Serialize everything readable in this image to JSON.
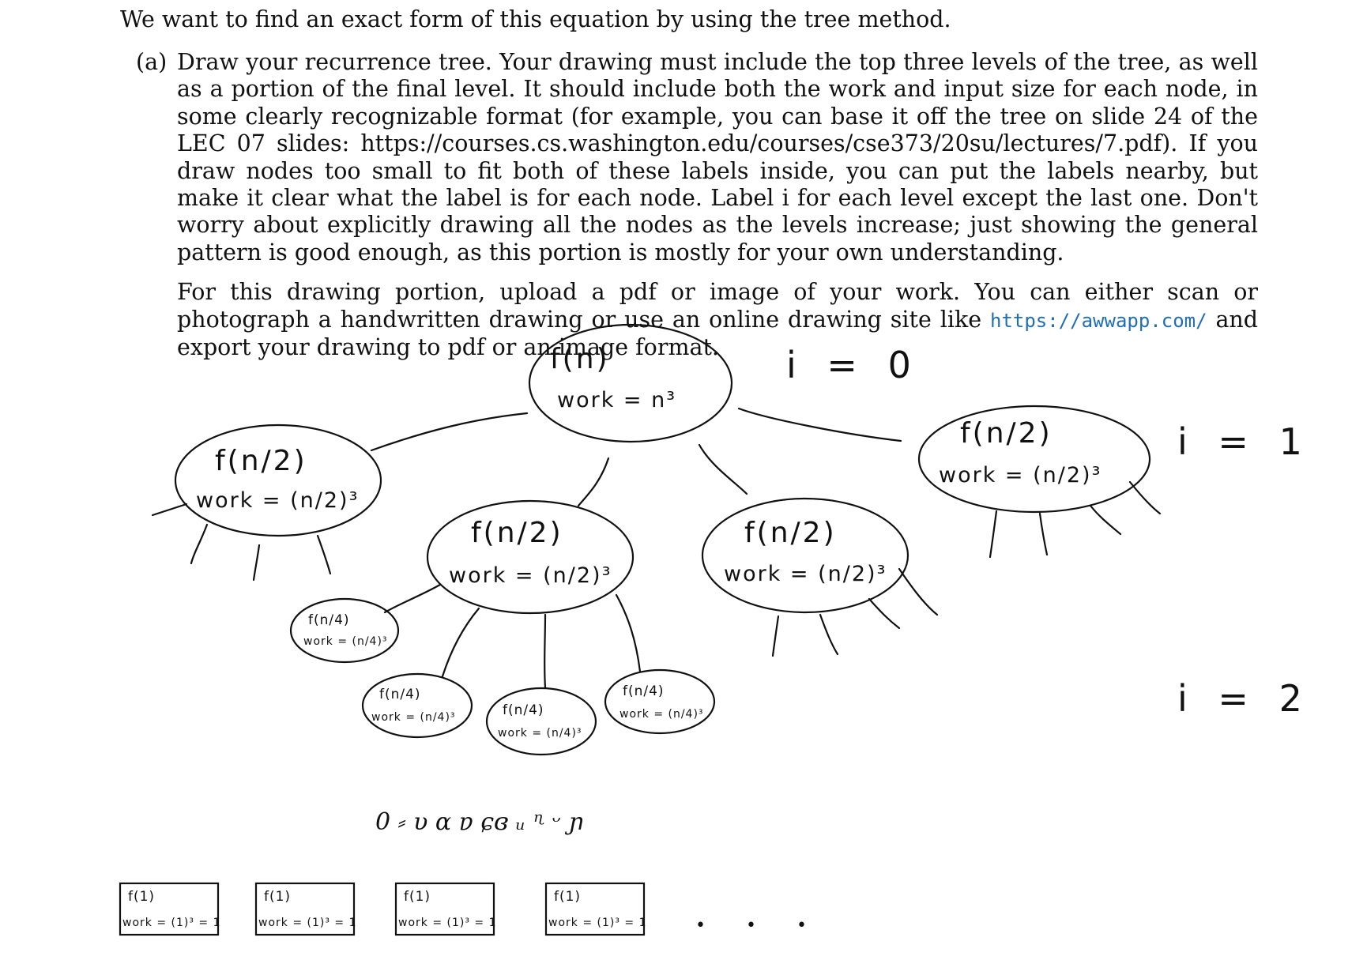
{
  "instructions": {
    "intro": "We want to find an exact form of this equation by using the tree method.",
    "part_label": "(a)",
    "paragraph_1": "Draw your recurrence tree. Your drawing must include the top three levels of the tree, as well as a portion of the final level. It should include both the work and input size for each node, in some clearly recognizable format (for example, you can base it off the tree on slide 24 of the LEC 07 slides: https://courses.cs.washington.edu/courses/cse373/20su/lectures/7.pdf). If you draw nodes too small to fit both of these labels inside, you can put the labels nearby, but make it clear what the label is for each node. Label i for each level except the last one. Don't worry about explicitly drawing all the nodes as the levels increase; just showing the general pattern is good enough, as this portion is mostly for your own understanding.",
    "paragraph_2_before_link": "For this drawing portion, upload a pdf or image of your work. You can either scan or photograph a handwritten drawing or use an online drawing site like",
    "link": "https://awwapp.com/",
    "paragraph_2_after_link": "and export your drawing to pdf or an image format."
  },
  "tree": {
    "root": {
      "fn": "f(n)",
      "work": "work = n³"
    },
    "level1": [
      {
        "fn": "f(n/2)",
        "work": "work = (n/2)³"
      },
      {
        "fn": "f(n/2)",
        "work": "work = (n/2)³"
      },
      {
        "fn": "f(n/2)",
        "work": "work = (n/2)³"
      },
      {
        "fn": "f(n/2)",
        "work": "work = (n/2)³"
      }
    ],
    "level2": [
      {
        "fn": "f(n/4)",
        "work": "work = (n/4)³"
      },
      {
        "fn": "f(n/4)",
        "work": "work = (n/4)³"
      },
      {
        "fn": "f(n/4)",
        "work": "work = (n/4)³"
      },
      {
        "fn": "f(n/4)",
        "work": "work = (n/4)³"
      }
    ],
    "leaves": [
      {
        "fn": "f(1)",
        "work": "work = (1)³ = 1"
      },
      {
        "fn": "f(1)",
        "work": "work = (1)³ = 1"
      },
      {
        "fn": "f(1)",
        "work": "work = (1)³ = 1"
      },
      {
        "fn": "f(1)",
        "work": "work = (1)³ = 1"
      }
    ],
    "level_labels": [
      "i = 0",
      "i = 1",
      "i = 2"
    ],
    "ellipsis": "• • •"
  }
}
